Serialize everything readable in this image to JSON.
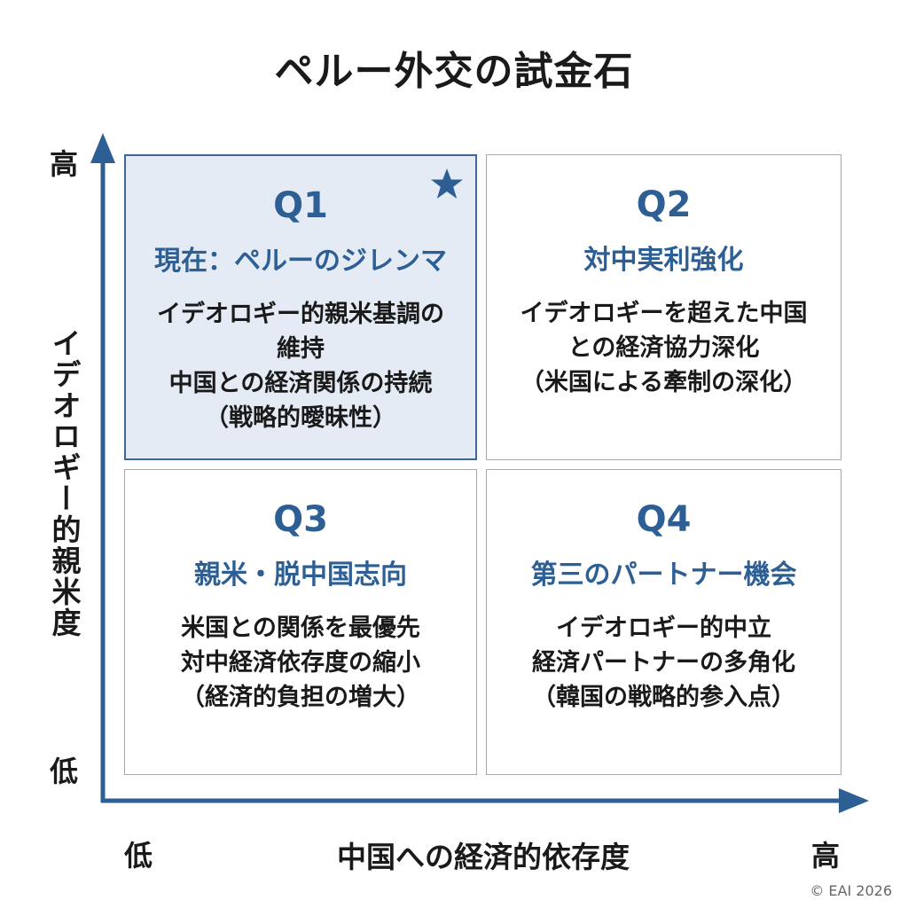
{
  "title": "ペルー外交の試金石",
  "y_axis": {
    "label": "イデオロギー的親米度",
    "high": "高",
    "low": "低"
  },
  "x_axis": {
    "label": "中国への経済的依存度",
    "low": "低",
    "high": "高"
  },
  "quadrants": [
    {
      "id": "Q1",
      "heading": "現在：ペルーのジレンマ",
      "lines": [
        "イデオロギー的親米基調の",
        "維持",
        "中国との経済関係の持続",
        "（戦略的曖昧性）"
      ]
    },
    {
      "id": "Q2",
      "heading": "対中実利強化",
      "lines": [
        "イデオロギーを超えた中国",
        "との経済協力深化",
        "（米国による牽制の深化）"
      ]
    },
    {
      "id": "Q3",
      "heading": "親米・脱中国志向",
      "lines": [
        "米国との関係を最優先",
        "対中経済依存度の縮小",
        "（経済的負担の増大）"
      ]
    },
    {
      "id": "Q4",
      "heading": "第三のパートナー機会",
      "lines": [
        "イデオロギー的中立",
        "経済パートナーの多角化",
        "（韓国の戦略的参入点）"
      ]
    }
  ],
  "copyright": "© EAI 2026",
  "colors": {
    "accent": "#2d5f95",
    "highlight_fill": "#e4ebf4",
    "axis": "#2d5f95"
  },
  "highlight_icon": "star-icon"
}
